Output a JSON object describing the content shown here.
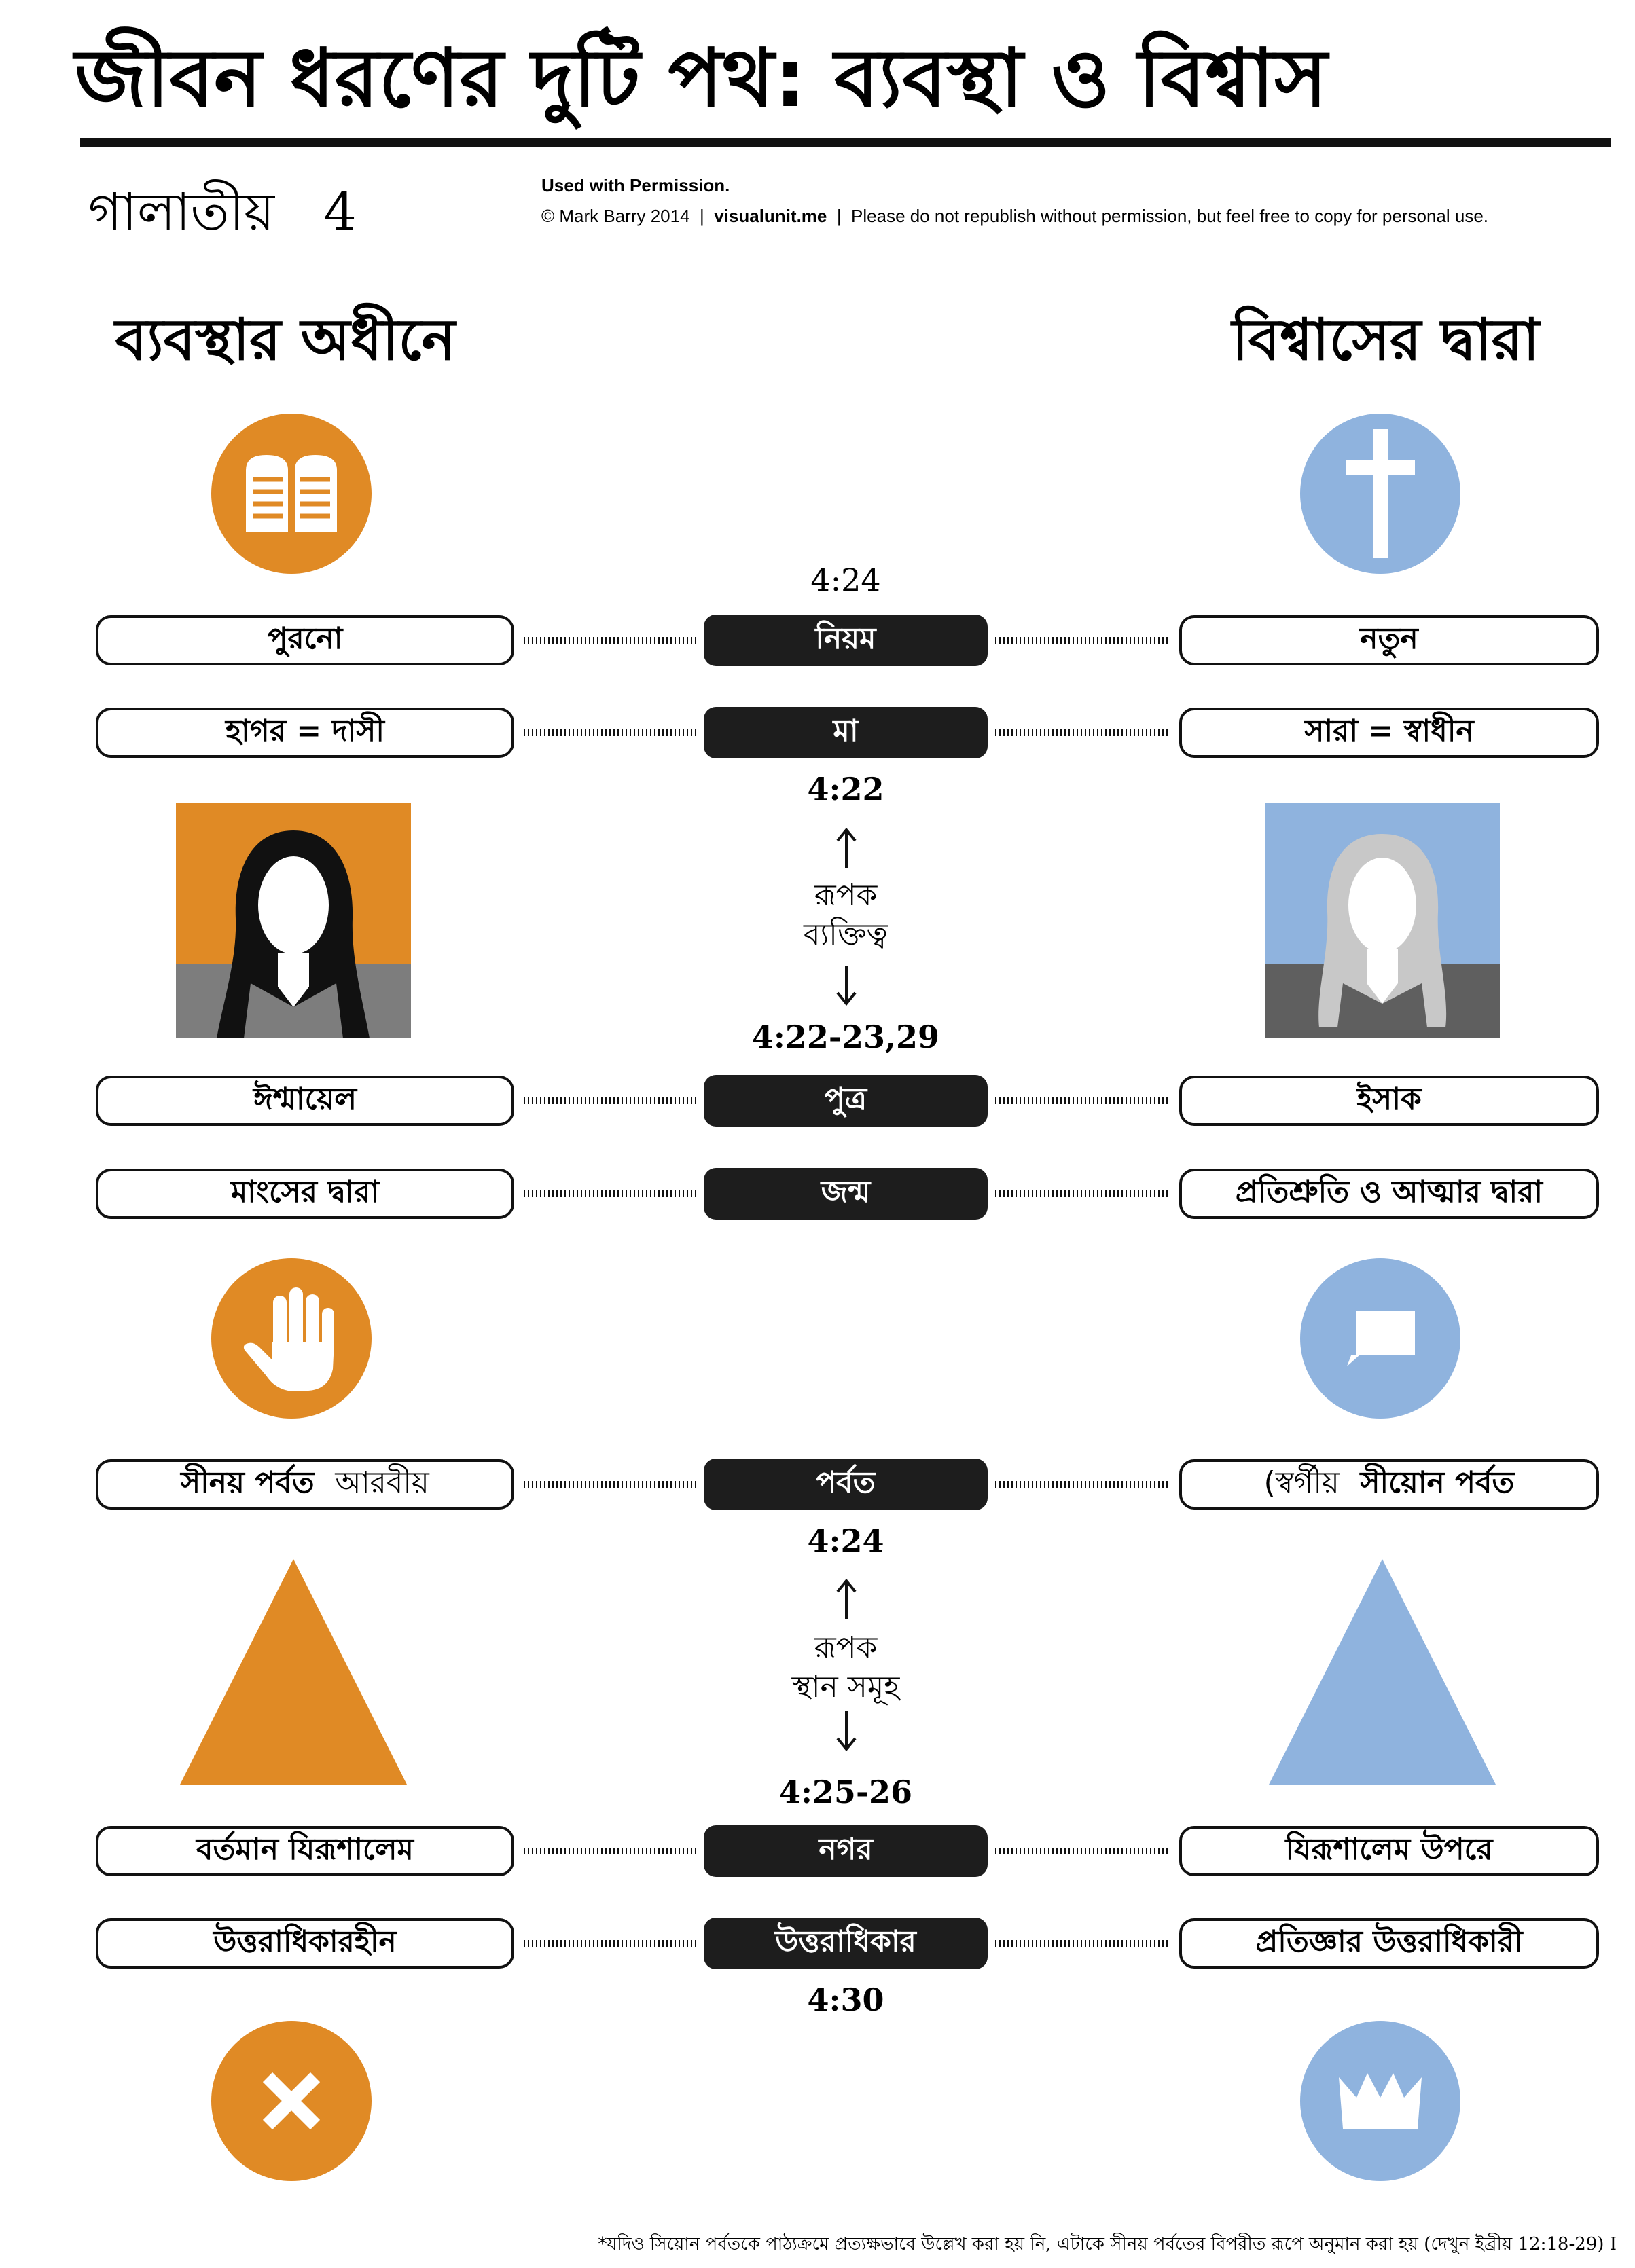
{
  "title": "জীবন ধরণের দুটি পথ: ব্যবস্থা ও বিশ্বাস",
  "reference": {
    "book": "গালাতীয়",
    "chapter": "4"
  },
  "credits": {
    "used_with_permission": "Used with Permission.",
    "copyright": "© Mark Barry 2014",
    "site": "visualunit.me",
    "notice": "Please do not republish without permission, but feel free to copy for personal use."
  },
  "columns": {
    "left_heading": "ব্যবস্থার অধীনে",
    "right_heading": "বিশ্বাসের দ্বারা"
  },
  "colors": {
    "left_accent": "#e08a25",
    "right_accent": "#8fb3de",
    "center_fill": "#1d1d1d"
  },
  "icons": {
    "left": [
      "tablets-of-law-icon",
      "raised-hand-icon",
      "triangle-mountain-icon",
      "x-mark-icon"
    ],
    "right": [
      "cross-icon",
      "speech-bubble-icon",
      "triangle-mountain-icon",
      "crown-icon"
    ]
  },
  "rows": [
    {
      "left": "পুরনো",
      "center": "নিয়ম",
      "right": "নতুন"
    },
    {
      "left": "হাগর = দাসী",
      "center": "মা",
      "right": "সারা = স্বাধীন"
    },
    {
      "left": "ঈশ্মায়েল",
      "center": "পুত্র",
      "right": "ইসাক"
    },
    {
      "left": "মাংসের দ্বারা",
      "center": "জন্ম",
      "right": "প্রতিশ্রুতি ও আত্মার দ্বারা"
    },
    {
      "left_bold": "সীনয় পর্বত",
      "left_plain": "আরবীয়",
      "center": "পর্বত",
      "right_plain": "(স্বর্গীয়",
      "right_bold": "সীয়োন পর্বত"
    },
    {
      "left": "বর্তমান যিরূশালেম",
      "center": "নগর",
      "right": "যিরূশালেম উপরে"
    },
    {
      "left": "উত্তরাধিকারহীন",
      "center": "উত্তরাধিকার",
      "right": "প্রতিজ্ঞার উত্তরাধিকারী"
    }
  ],
  "verses": {
    "covenant": "4:24",
    "mother": "4:22",
    "son": "4:22-23,29",
    "mountain": "4:24",
    "city": "4:25-26",
    "inheritance": "4:30"
  },
  "notes": {
    "figurative_persons": [
      "রূপক",
      "ব্যক্তিত্ব"
    ],
    "figurative_places": [
      "রূপক",
      "স্থান সমূহ"
    ]
  },
  "footnote": "*যদিও সিয়োন পর্বতকে পাঠ্যক্রমে প্রত্যক্ষভাবে উল্লেখ করা হয় নি, এটাকে সীনয় পর্বতের বিপরীত রূপে অনুমান করা হয় (দেখুন ইব্রীয় 12:18-29) I"
}
